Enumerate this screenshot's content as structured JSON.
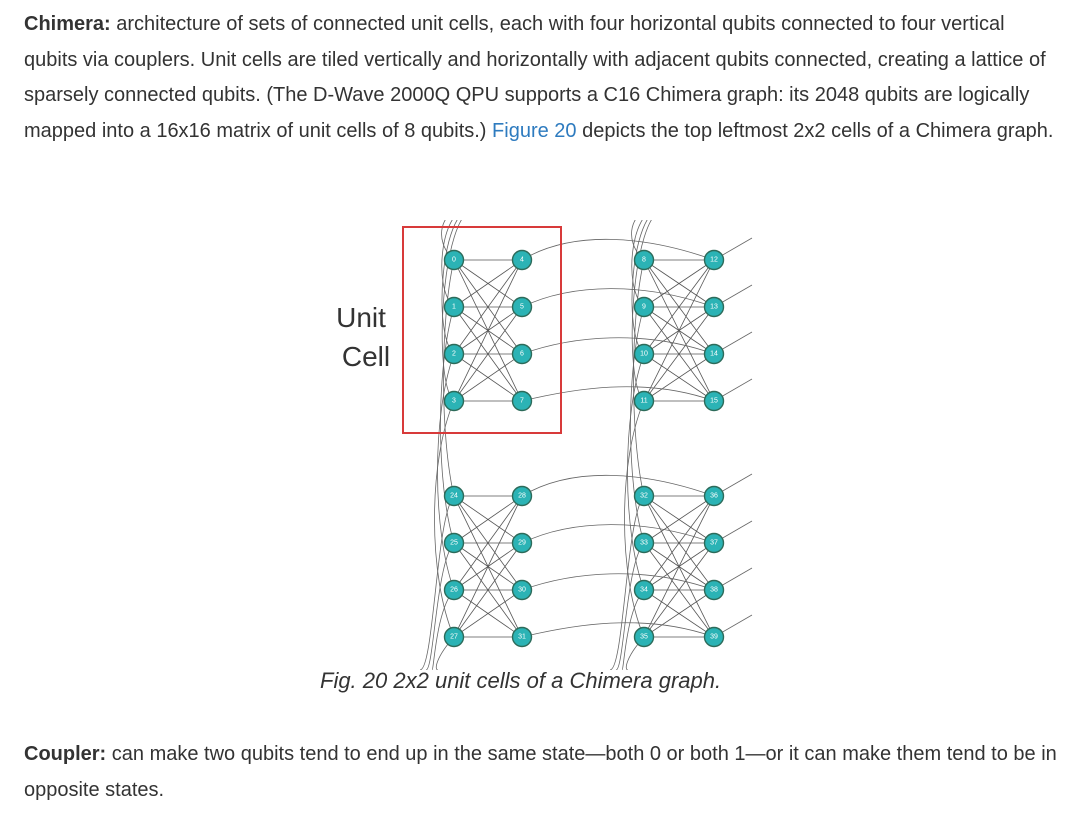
{
  "para1": {
    "term": "Chimera:",
    "text_a": " architecture of sets of connected unit cells, each with four horizontal qubits connected to four vertical qubits via couplers. Unit cells are tiled vertically and horizontally with adjacent qubits connected, creating a lattice of sparsely connected qubits. (The D-Wave 2000Q QPU supports a C16 Chimera graph: its 2048 qubits are logically mapped into a 16x16 matrix of unit cells of 8 qubits.) ",
    "link": "Figure 20",
    "text_b": " depicts the top leftmost 2x2 cells of a Chimera graph."
  },
  "figure": {
    "unit_label_line1": "Unit",
    "unit_label_line2": "Cell",
    "caption": "Fig. 20 2x2 unit cells of a Chimera graph.",
    "highlight_color": "#d83a3a",
    "node_color": "#2bb3b5",
    "cells": [
      {
        "left": [
          "0",
          "1",
          "2",
          "3"
        ],
        "right": [
          "4",
          "5",
          "6",
          "7"
        ]
      },
      {
        "left": [
          "8",
          "9",
          "10",
          "11"
        ],
        "right": [
          "12",
          "13",
          "14",
          "15"
        ]
      },
      {
        "left": [
          "24",
          "25",
          "26",
          "27"
        ],
        "right": [
          "28",
          "29",
          "30",
          "31"
        ]
      },
      {
        "left": [
          "32",
          "33",
          "34",
          "35"
        ],
        "right": [
          "36",
          "37",
          "38",
          "39"
        ]
      }
    ]
  },
  "para2": {
    "term": "Coupler:",
    "text": " can make two qubits tend to end up in the same state—both 0 or both 1—or it can make them tend to be in opposite states."
  }
}
